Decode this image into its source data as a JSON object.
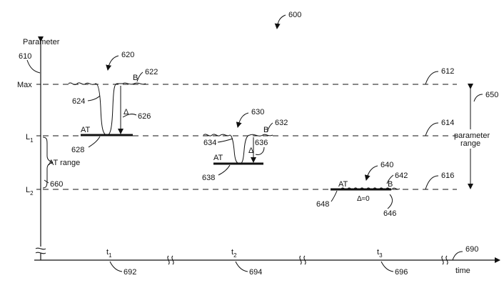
{
  "figure": {
    "figure_ref": "600",
    "y_axis": {
      "label": "Parameter",
      "ref": "610"
    },
    "x_axis": {
      "label": "time",
      "ref": "690"
    },
    "levels": {
      "max": {
        "label": "Max",
        "ref": "612"
      },
      "l1": {
        "label": "L",
        "sub": "1",
        "ref": "614"
      },
      "l2": {
        "label": "L",
        "sub": "2",
        "ref": "616"
      }
    },
    "parameter_range": {
      "line1": "parameter",
      "line2": "range",
      "ref": "650"
    },
    "at_range": {
      "label": "AT range",
      "ref": "660"
    },
    "events": [
      {
        "ref": "620",
        "b_label": "B",
        "b_ref": "622",
        "dip_ref": "624",
        "delta_label": "Δ",
        "delta_ref": "626",
        "at_label": "AT",
        "at_ref": "628"
      },
      {
        "ref": "630",
        "b_label": "B",
        "b_ref": "632",
        "dip_ref": "634",
        "delta_label": "Δ",
        "delta_ref": "636",
        "at_label": "AT",
        "at_ref": "638"
      },
      {
        "ref": "640",
        "b_label": "B",
        "b_ref": "642",
        "delta_label": "Δ≈0",
        "delta_ref": "646",
        "at_label": "AT",
        "at_ref": "648"
      }
    ],
    "times": [
      {
        "label": "t",
        "sub": "1",
        "ref": "692"
      },
      {
        "label": "t",
        "sub": "2",
        "ref": "694"
      },
      {
        "label": "t",
        "sub": "3",
        "ref": "696"
      }
    ]
  }
}
